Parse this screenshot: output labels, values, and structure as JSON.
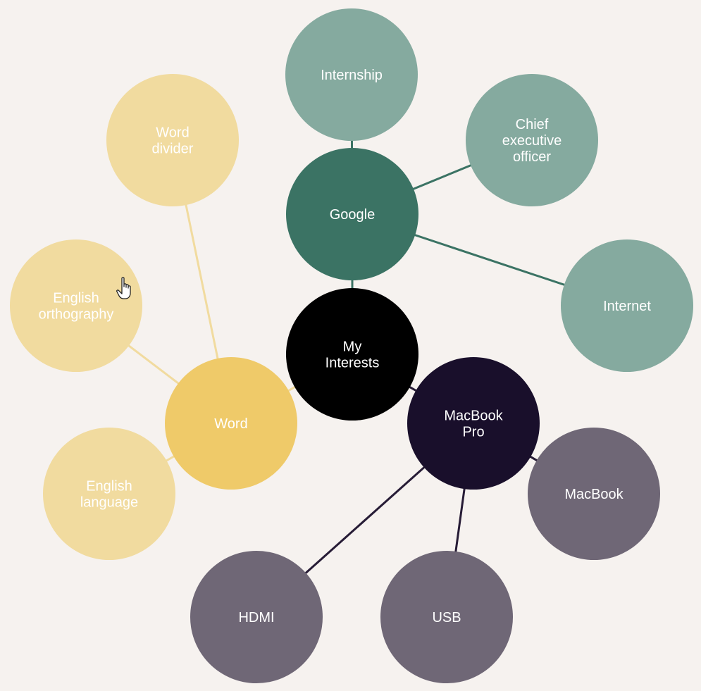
{
  "diagram": {
    "colors": {
      "background": "#f6f2ef",
      "center": "#000000",
      "google_main": "#3b7364",
      "google_sub": "#85aa9f",
      "google_link": "#3b7364",
      "word_main": "#efca69",
      "word_sub": "#f1db9f",
      "word_link": "#f1db9f",
      "mac_main": "#190f2b",
      "mac_sub": "#6f6776",
      "mac_link": "#271c36",
      "label": "#ffffff"
    },
    "nodes": [
      {
        "id": "my-interests",
        "label": "My Interests",
        "lines": [
          "My",
          "Interests"
        ],
        "kind": "center"
      },
      {
        "id": "google",
        "label": "Google",
        "lines": [
          "Google"
        ],
        "kind": "google_main"
      },
      {
        "id": "internship",
        "label": "Internship",
        "lines": [
          "Internship"
        ],
        "kind": "google_sub"
      },
      {
        "id": "chief-executive-officer",
        "label": "Chief executive officer",
        "lines": [
          "Chief",
          "executive",
          "officer"
        ],
        "kind": "google_sub"
      },
      {
        "id": "internet",
        "label": "Internet",
        "lines": [
          "Internet"
        ],
        "kind": "google_sub"
      },
      {
        "id": "word",
        "label": "Word",
        "lines": [
          "Word"
        ],
        "kind": "word_main"
      },
      {
        "id": "word-divider",
        "label": "Word divider",
        "lines": [
          "Word",
          "divider"
        ],
        "kind": "word_sub"
      },
      {
        "id": "english-orthography",
        "label": "English orthography",
        "lines": [
          "English",
          "orthography"
        ],
        "kind": "word_sub"
      },
      {
        "id": "english-language",
        "label": "English language",
        "lines": [
          "English",
          "language"
        ],
        "kind": "word_sub"
      },
      {
        "id": "macbook-pro",
        "label": "MacBook Pro",
        "lines": [
          "MacBook",
          "Pro"
        ],
        "kind": "mac_main"
      },
      {
        "id": "macbook",
        "label": "MacBook",
        "lines": [
          "MacBook"
        ],
        "kind": "mac_sub"
      },
      {
        "id": "usb",
        "label": "USB",
        "lines": [
          "USB"
        ],
        "kind": "mac_sub"
      },
      {
        "id": "hdmi",
        "label": "HDMI",
        "lines": [
          "HDMI"
        ],
        "kind": "mac_sub"
      }
    ],
    "edges": [
      {
        "from": "my-interests",
        "to": "google",
        "kind": "google_link"
      },
      {
        "from": "my-interests",
        "to": "word",
        "kind": "word_link"
      },
      {
        "from": "my-interests",
        "to": "macbook-pro",
        "kind": "mac_link"
      },
      {
        "from": "google",
        "to": "internship",
        "kind": "google_link"
      },
      {
        "from": "google",
        "to": "chief-executive-officer",
        "kind": "google_link"
      },
      {
        "from": "google",
        "to": "internet",
        "kind": "google_link"
      },
      {
        "from": "word",
        "to": "word-divider",
        "kind": "word_link"
      },
      {
        "from": "word",
        "to": "english-orthography",
        "kind": "word_link"
      },
      {
        "from": "word",
        "to": "english-language",
        "kind": "word_link"
      },
      {
        "from": "macbook-pro",
        "to": "macbook",
        "kind": "mac_link"
      },
      {
        "from": "macbook-pro",
        "to": "usb",
        "kind": "mac_link"
      },
      {
        "from": "macbook-pro",
        "to": "hdmi",
        "kind": "mac_link"
      }
    ]
  }
}
